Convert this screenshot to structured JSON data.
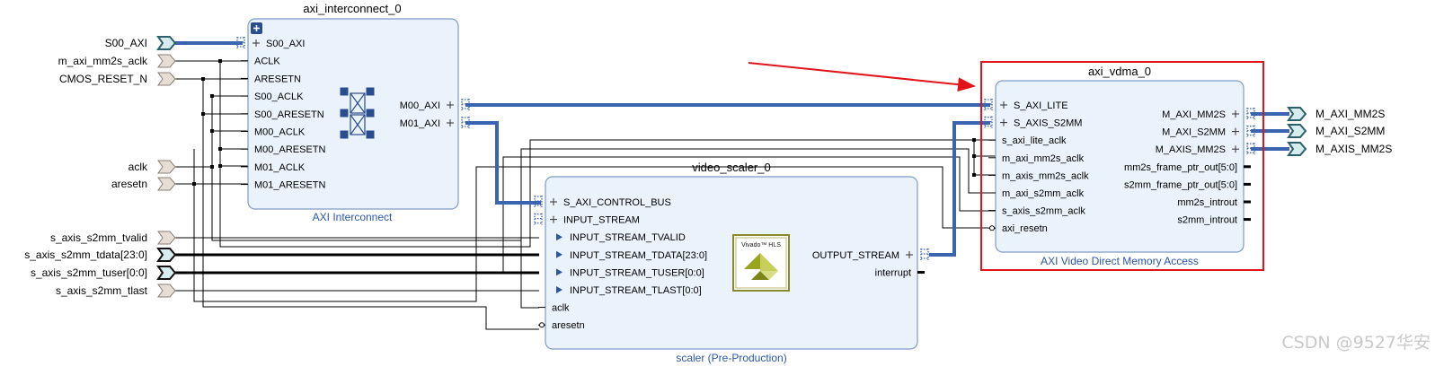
{
  "colors": {
    "block_fill": "#eaf2fb",
    "block_stroke": "#7f9dc4",
    "bus": "#3b64b0",
    "wire": "#000000",
    "port_fill": "#e6ddd5",
    "highlight": "#e0141a"
  },
  "axi_interconnect": {
    "instance": "axi_interconnect_0",
    "label": "AXI Interconnect",
    "left_pins": [
      "S00_AXI",
      "ACLK",
      "ARESETN",
      "S00_ACLK",
      "S00_ARESETN",
      "M00_ACLK",
      "M00_ARESETN",
      "M01_ACLK",
      "M01_ARESETN"
    ],
    "right_pins": [
      "M00_AXI",
      "M01_AXI"
    ],
    "icon": "crossbar-icon"
  },
  "video_scaler": {
    "instance": "video_scaler_0",
    "label": "scaler (Pre-Production)",
    "left_pins": [
      "S_AXI_CONTROL_BUS",
      "INPUT_STREAM",
      "INPUT_STREAM_TVALID",
      "INPUT_STREAM_TDATA[23:0]",
      "INPUT_STREAM_TUSER[0:0]",
      "INPUT_STREAM_TLAST[0:0]",
      "aclk",
      "aresetn"
    ],
    "right_pins": [
      "OUTPUT_STREAM",
      "interrupt"
    ],
    "logo_text": "Vivado™ HLS"
  },
  "axi_vdma": {
    "instance": "axi_vdma_0",
    "label": "AXI Video Direct Memory Access",
    "left_pins": [
      "S_AXI_LITE",
      "S_AXIS_S2MM",
      "s_axi_lite_aclk",
      "m_axi_mm2s_aclk",
      "m_axis_mm2s_aclk",
      "m_axi_s2mm_aclk",
      "s_axis_s2mm_aclk",
      "axi_resetn"
    ],
    "right_pins": [
      "M_AXI_MM2S",
      "M_AXI_S2MM",
      "M_AXIS_MM2S",
      "mm2s_frame_ptr_out[5:0]",
      "s2mm_frame_ptr_out[5:0]",
      "mm2s_introut",
      "s2mm_introut"
    ]
  },
  "input_ports": [
    "S00_AXI",
    "m_axi_mm2s_aclk",
    "CMOS_RESET_N",
    "aclk",
    "aresetn",
    "s_axis_s2mm_tvalid",
    "s_axis_s2mm_tdata[23:0]",
    "s_axis_s2mm_tuser[0:0]",
    "s_axis_s2mm_tlast"
  ],
  "output_ports": [
    "M_AXI_MM2S",
    "M_AXI_S2MM",
    "M_AXIS_MM2S"
  ],
  "watermark": "CSDN @9527华安"
}
